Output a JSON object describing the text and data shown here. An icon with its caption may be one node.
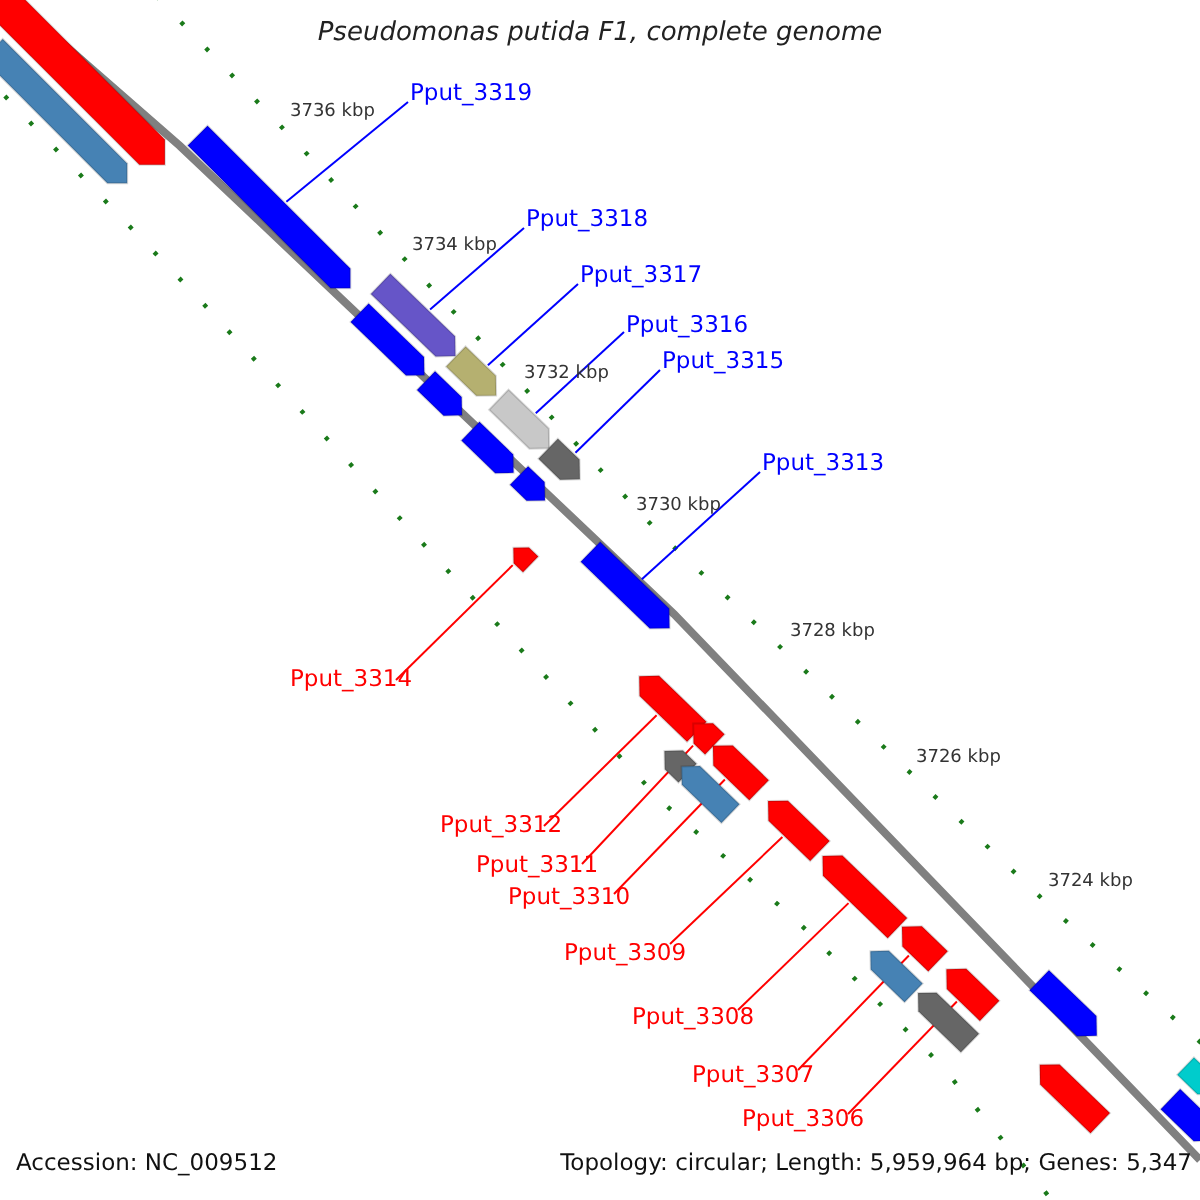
{
  "diagram": {
    "title": "Pseudomonas putida F1, complete genome",
    "nodes": [
      {
        "text": [
          "Pput_3319"
        ]
      },
      {
        "text": [
          "Pput_3318"
        ]
      },
      {
        "text": [
          "Pput_3317"
        ]
      },
      {
        "text": [
          "Pput_3316"
        ]
      },
      {
        "text": [
          "Pput_3315"
        ]
      },
      {
        "text": [
          "Pput_3313"
        ]
      },
      {
        "text": [
          "Pput_3314"
        ]
      },
      {
        "text": [
          "Pput_3312"
        ]
      },
      {
        "text": [
          "Pput_3311"
        ]
      },
      {
        "text": [
          "Pput_3310"
        ]
      },
      {
        "text": [
          "Pput_3309"
        ]
      },
      {
        "text": [
          "Pput_3308"
        ]
      },
      {
        "text": [
          "Pput_3307"
        ]
      },
      {
        "text": [
          "Pput_3306"
        ]
      },
      {
        "text": [],
        "shape": "pentagon"
      },
      {
        "text": [],
        "shape": "pentagon"
      },
      {
        "text": [],
        "shape": "pentagon"
      },
      {
        "text": [],
        "shape": "pentagon"
      },
      {
        "text": [],
        "shape": "pentagon"
      },
      {
        "text": [],
        "shape": "pentagon"
      },
      {
        "text": [],
        "shape": "pentagon"
      },
      {
        "text": [],
        "shape": "pentagon"
      },
      {
        "text": [],
        "shape": "pentagon"
      },
      {
        "text": [],
        "shape": "pentagon"
      },
      {
        "text": [],
        "shape": "pentagon"
      },
      {
        "text": [],
        "shape": "pentagon"
      },
      {
        "text": [],
        "shape": "pentagon"
      },
      {
        "text": [],
        "shape": "pentagon"
      },
      {
        "text": [],
        "shape": "pentagon"
      },
      {
        "text": [],
        "shape": "pentagon"
      },
      {
        "text": [],
        "shape": "pentagon"
      },
      {
        "text": [],
        "shape": "pentagon"
      },
      {
        "text": [],
        "shape": "pentagon"
      },
      {
        "text": [],
        "shape": "pentagon"
      },
      {
        "text": [],
        "shape": "pentagon"
      },
      {
        "text": [],
        "shape": "pentagon"
      },
      {
        "text": [],
        "shape": "pentagon"
      },
      {
        "text": [],
        "shape": "pentagon"
      },
      {
        "text": [],
        "shape": "pentagon"
      },
      {
        "text": [],
        "shape": "pentagon"
      },
      {
        "text": [],
        "shape": "pentagon"
      },
      {
        "text": [],
        "shape": "pentagon"
      }
    ],
    "edges": [
      {
        "from": 0,
        "to": 14,
        "arrow": "none",
        "color": "#0000ff"
      },
      {
        "from": 1,
        "to": 15,
        "arrow": "none",
        "color": "#0000ff"
      },
      {
        "from": 2,
        "to": 16,
        "arrow": "none",
        "color": "#0000ff"
      },
      {
        "from": 3,
        "to": 17,
        "arrow": "none",
        "color": "#0000ff"
      },
      {
        "from": 4,
        "to": 18,
        "arrow": "none",
        "color": "#0000ff"
      },
      {
        "from": 5,
        "to": 19,
        "arrow": "none",
        "color": "#0000ff"
      },
      {
        "from": 6,
        "to": 20,
        "arrow": "none"
      },
      {
        "from": 7,
        "to": 21,
        "arrow": "none"
      },
      {
        "from": 8,
        "to": 22,
        "arrow": "none"
      },
      {
        "from": 9,
        "to": 23,
        "arrow": "none"
      },
      {
        "from": 10,
        "to": 24,
        "arrow": "none"
      },
      {
        "from": 11,
        "to": 25,
        "arrow": "none"
      },
      {
        "from": 12,
        "to": 26,
        "arrow": "none"
      },
      {
        "from": 13,
        "to": 27,
        "arrow": "none"
      }
    ],
    "labels": [
      "3736 kbp",
      "3734 kbp",
      "3732 kbp",
      "3730 kbp",
      "3728 kbp",
      "3726 kbp",
      "3724 kbp",
      "Accession: NC_009512",
      "Topology: circular; Length: 5,959,964 bp; Genes: 5,347"
    ]
  }
}
